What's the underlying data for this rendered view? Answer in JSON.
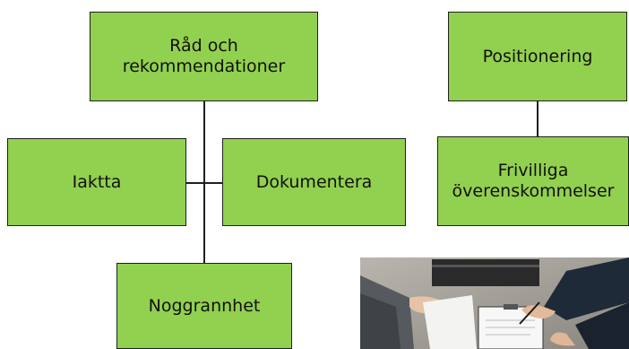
{
  "diagram": {
    "left_tree": {
      "top": "Råd och\nrekommendationer",
      "left": "Iaktta",
      "right": "Dokumentera",
      "bottom": "Noggrannhet"
    },
    "right_tree": {
      "top": "Positionering",
      "bottom": "Frivilliga\növerenskommelser"
    },
    "colors": {
      "box_fill": "#92d050",
      "box_border": "#1f1f1f",
      "connector": "#1f1f1f"
    }
  },
  "photo": {
    "subject": "business-meeting-handshake-document-icon"
  }
}
